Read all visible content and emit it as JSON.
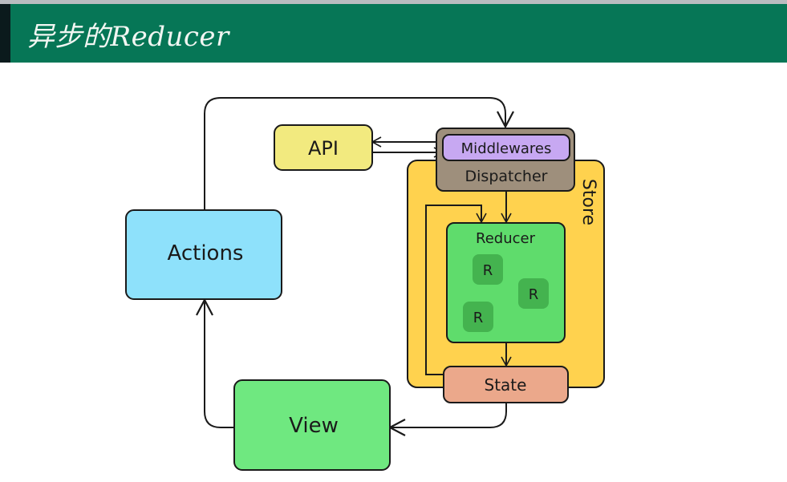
{
  "slide": {
    "title": "异步的Reducer"
  },
  "diagram": {
    "nodes": {
      "api": {
        "label": "API",
        "color": "#f2ea7f"
      },
      "middlewares": {
        "label": "Middlewares",
        "color": "#c7a8f2"
      },
      "dispatcher": {
        "label": "Dispatcher",
        "color": "#9e8f7c"
      },
      "store": {
        "label": "Store",
        "color": "#ffd24e"
      },
      "reducer": {
        "label": "Reducer",
        "color": "#5fdc6c"
      },
      "sub_reducers": [
        {
          "label": "R"
        },
        {
          "label": "R"
        },
        {
          "label": "R"
        }
      ],
      "state": {
        "label": "State",
        "color": "#eba88b"
      },
      "actions": {
        "label": "Actions",
        "color": "#8ee1fb"
      },
      "view": {
        "label": "View",
        "color": "#6fe880"
      }
    },
    "edges": [
      {
        "from": "Actions",
        "to": "Dispatcher"
      },
      {
        "from": "Middlewares",
        "to": "API"
      },
      {
        "from": "API",
        "to": "Middlewares"
      },
      {
        "from": "Dispatcher",
        "to": "Reducer"
      },
      {
        "from": "State",
        "to": "Reducer"
      },
      {
        "from": "Reducer",
        "to": "State"
      },
      {
        "from": "State",
        "to": "View"
      },
      {
        "from": "View",
        "to": "Actions"
      }
    ]
  }
}
